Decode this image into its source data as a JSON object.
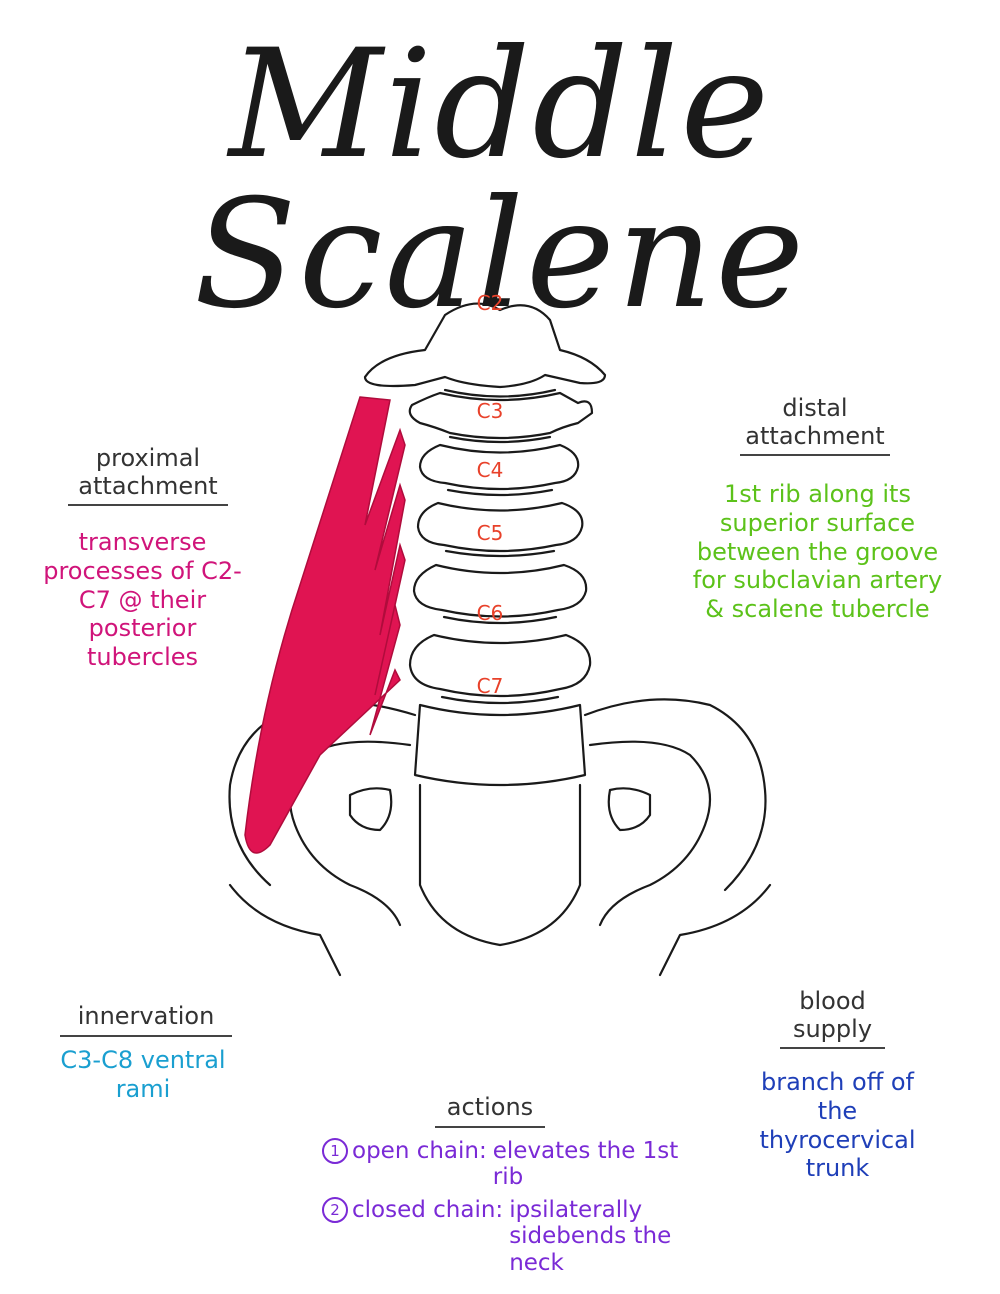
{
  "title": "Middle Scalene",
  "colors": {
    "muscle": "#e01452",
    "vertebra_label": "#e8412a",
    "ink": "#1a1a1a"
  },
  "vertebrae": [
    "C2",
    "C3",
    "C4",
    "C5",
    "C6",
    "C7"
  ],
  "proximal": {
    "heading": "proximal attachment",
    "text": "transverse processes of C2-C7 @ their posterior tubercles"
  },
  "distal": {
    "heading": "distal attachment",
    "text": "1st rib along its superior surface between the groove for subclavian artery & scalene tubercle"
  },
  "innervation": {
    "heading": "innervation",
    "text": "C3-C8 ventral rami"
  },
  "blood_supply": {
    "heading": "blood supply",
    "text": "branch off of the thyrocervical trunk"
  },
  "actions": {
    "heading": "actions",
    "items": [
      {
        "num": "1",
        "label": "open chain:",
        "text": "elevates the 1st rib"
      },
      {
        "num": "2",
        "label": "closed chain:",
        "text": "ipsilaterally sidebends the neck"
      }
    ]
  }
}
